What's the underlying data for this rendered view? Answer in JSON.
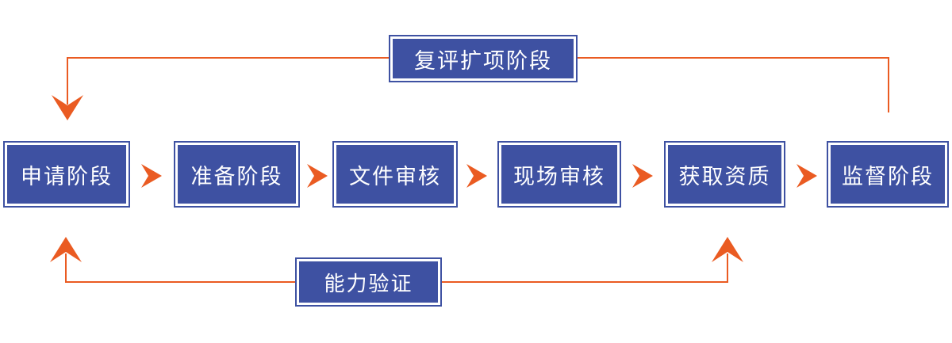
{
  "diagram": {
    "type": "flowchart",
    "direction": "left-to-right",
    "stages": [
      {
        "label": "申请阶段"
      },
      {
        "label": "准备阶段"
      },
      {
        "label": "文件审核"
      },
      {
        "label": "现场审核"
      },
      {
        "label": "获取资质"
      },
      {
        "label": "监督阶段"
      }
    ],
    "top_loop": {
      "label": "复评扩项阶段",
      "from": "监督阶段",
      "to": "申请阶段"
    },
    "bottom_loop": {
      "label": "能力验证",
      "targets": [
        "申请阶段",
        "获取资质"
      ]
    },
    "colors": {
      "box_fill": "#3E51A2",
      "connector": "#EA5B22",
      "box_text": "#FFFFFF",
      "background": "#FFFFFF"
    }
  }
}
